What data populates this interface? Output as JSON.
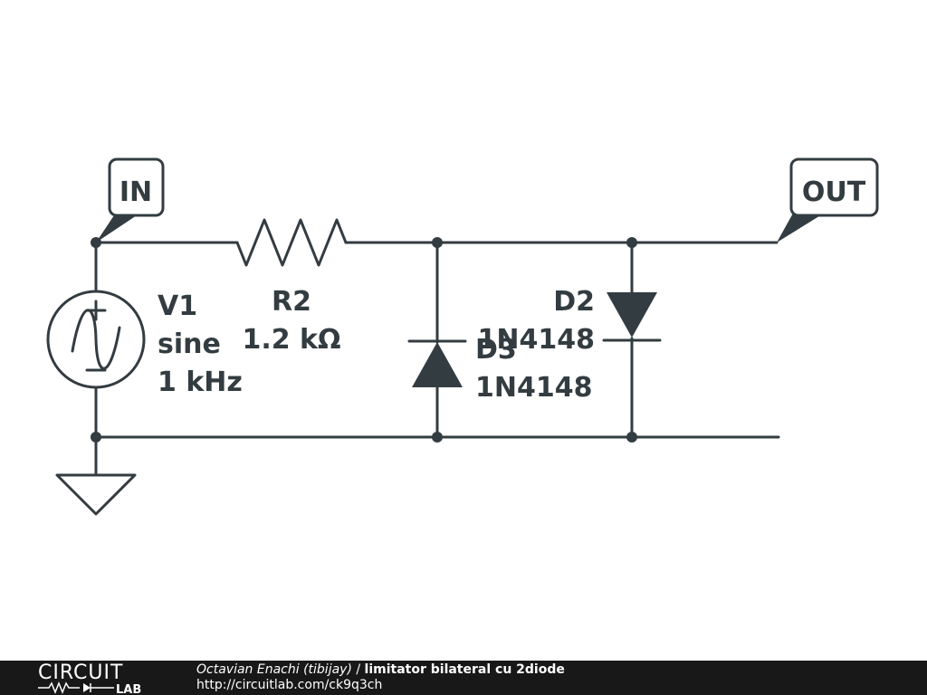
{
  "ports": {
    "in_label": "IN",
    "out_label": "OUT"
  },
  "components": {
    "v1": {
      "name": "V1",
      "type": "sine",
      "freq": "1 kHz"
    },
    "r2": {
      "name": "R2",
      "value": "1.2 kΩ"
    },
    "d2": {
      "name": "D2",
      "part": "1N4148"
    },
    "d3": {
      "name": "D3",
      "part": "1N4148"
    }
  },
  "footer": {
    "logo_top": "CIRCUIT",
    "logo_bottom": "LAB",
    "author": "Octavian Enachi (tibijay)",
    "separator": " / ",
    "title": "limitator bilateral cu 2diode",
    "url": "http://circuitlab.com/ck9q3ch"
  },
  "colors": {
    "ink": "#333c40",
    "footer_bg": "#181818"
  }
}
